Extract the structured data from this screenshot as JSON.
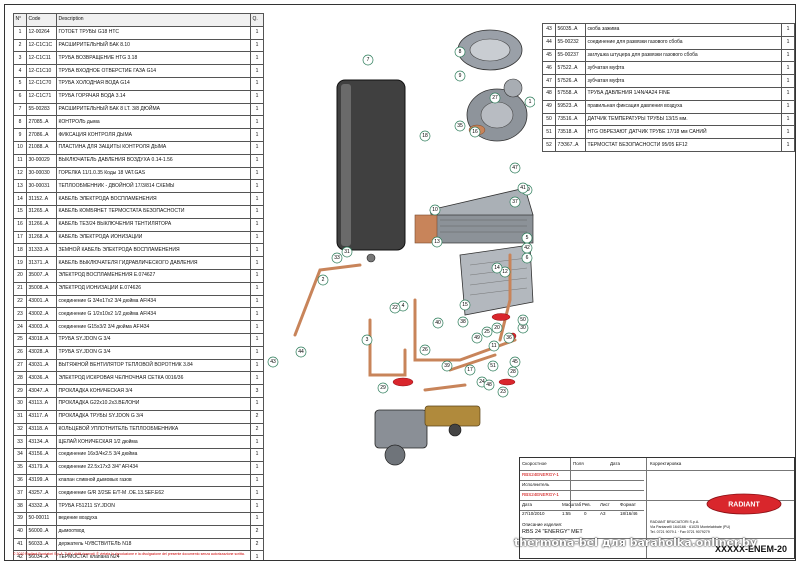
{
  "parts_header": {
    "num": "N°",
    "code": "Code",
    "description": "Description",
    "qty": "Q."
  },
  "parts_left": [
    {
      "num": "1",
      "code": "12-00264",
      "desc": "ГОТОЕТ ТРУБЫ G18 HTC",
      "qty": "1"
    },
    {
      "num": "2",
      "code": "12-C1C1C",
      "desc": "РАСШИРИТЕЛЬНЫЙ БАК 8.10",
      "qty": "1"
    },
    {
      "num": "3",
      "code": "12-C1C11",
      "desc": "ТРУБА ВОЗВРАЩЕНИЕ HTG 3.18",
      "qty": "1"
    },
    {
      "num": "4",
      "code": "12-C1C10",
      "desc": "ТРУБА ВХОДНОЕ ОТВЕРСТИЕ ГАЗА G14",
      "qty": "1"
    },
    {
      "num": "5",
      "code": "12-C1C70",
      "desc": "ТРУБА ХОЛОДНАЯ ВОДА G14",
      "qty": "1"
    },
    {
      "num": "6",
      "code": "12-C1C71",
      "desc": "ТРУБА ГОРЯЧАЯ ВОДА 3.14",
      "qty": "1"
    },
    {
      "num": "7",
      "code": "55-00283",
      "desc": "РАСШИРИТЕЛЬНЫЙ БАК 8 LT. 3/8 ДЮЙМА",
      "qty": "1"
    },
    {
      "num": "8",
      "code": "27085..A",
      "desc": "КОНТРОЛЬ дыма",
      "qty": "1"
    },
    {
      "num": "9",
      "code": "27086..A",
      "desc": "ФИКСАЦИЯ КОНТРОЛЯ ДЫМА",
      "qty": "1"
    },
    {
      "num": "10",
      "code": "21088..A",
      "desc": "ПЛАСТИНА ДЛЯ ЗАЩИТЫ КОНТРОЛЯ ДЫМА",
      "qty": "1"
    },
    {
      "num": "11",
      "code": "30-00029",
      "desc": "ВЫКЛЮЧАТЕЛЬ ДАВЛЕНИЯ ВОЗДУХА 0.14-1.56",
      "qty": "1"
    },
    {
      "num": "12",
      "code": "30-00030",
      "desc": "ГОРЕЛКА 11/1.0.35 Коды 18 VAT.GAS",
      "qty": "1"
    },
    {
      "num": "13",
      "code": "30-00031",
      "desc": "ТЕПЛООБМЕННИК - ДВОЙНОЙ 17/3/814 СХЕМЫ",
      "qty": "1"
    },
    {
      "num": "14",
      "code": "31152..A",
      "desc": "КАБЕЛЬ ЭЛЕКТРОДА ВОСПЛАМЕНЕНИЯ",
      "qty": "1"
    },
    {
      "num": "15",
      "code": "31265..A",
      "desc": "КАБЕЛЬ КОМБЯНЕТ ТЕРМОСТАТА БЕЗОПАСНОСТИ",
      "qty": "1"
    },
    {
      "num": "16",
      "code": "31266..A",
      "desc": "КАБЕЛЬ ТЕЗ/24 ВЫКЛЮЧЕНИЯ ТЕНТИЛЯТОРА",
      "qty": "1"
    },
    {
      "num": "17",
      "code": "31268..A",
      "desc": "КАБЕЛЬ ЭЛЕКТРОДА ИОНИЗАЦИИ",
      "qty": "1"
    },
    {
      "num": "18",
      "code": "31333..A",
      "desc": "ЗЕМНОЙ КАБЕЛЬ ЭЛЕКТРОДА ВОСПЛАМЕНЕНИЯ",
      "qty": "1"
    },
    {
      "num": "19",
      "code": "31371..A",
      "desc": "КАБЕЛЬ ВЫКЛЮЧАТЕЛЯ ГИДРАВЛИЧЕСКОГО ДАВЛЕНИЯ",
      "qty": "1"
    },
    {
      "num": "20",
      "code": "35007..A",
      "desc": "ЭЛЕКТРОД ВОСПЛАМЕНЕНИЯ E.074627",
      "qty": "1"
    },
    {
      "num": "21",
      "code": "35008..A",
      "desc": "ЭЛЕКТРОД ИОНИЗАЦИИ E.074626",
      "qty": "1"
    },
    {
      "num": "22",
      "code": "43001..A",
      "desc": "соединение G 3/4x17x2 3/4 дюйма AFI434",
      "qty": "1"
    },
    {
      "num": "23",
      "code": "43002..A",
      "desc": "соединение G 1/2x10x2 1/2 дюйма AFI434",
      "qty": "1"
    },
    {
      "num": "24",
      "code": "43003..A",
      "desc": "соединение G15x3/2 3/4 дюйма AFI434",
      "qty": "1"
    },
    {
      "num": "25",
      "code": "43018..A",
      "desc": "ТРУБА SY.JDON G 3/4",
      "qty": "1"
    },
    {
      "num": "26",
      "code": "43028..A",
      "desc": "ТРУБА SY.JDON G 3/4",
      "qty": "1"
    },
    {
      "num": "27",
      "code": "43031..A",
      "desc": "ВЫТЯЖНОЙ ВЕНТИЛЯТОР ТЕПЛОВОЙ ВОРОТНИК 3.84",
      "qty": "1"
    },
    {
      "num": "28",
      "code": "43036..A",
      "desc": "ЭЛЕКТРОД ИСКРОВАЯ ЧЕЛНОЧНАЯ СЕТКА 0016/36",
      "qty": "1"
    },
    {
      "num": "29",
      "code": "43047..A",
      "desc": "ПРОКЛАДКА КОНИЧЕСКАЯ 3/4",
      "qty": "3"
    },
    {
      "num": "30",
      "code": "43113..A",
      "desc": "ПРОКЛАДКА G22x10.2x3.ВЕЛОНИ",
      "qty": "1"
    },
    {
      "num": "31",
      "code": "43117..A",
      "desc": "ПРОКЛАДКА ТРУБЫ SY.JDON G 3/4",
      "qty": "2"
    },
    {
      "num": "32",
      "code": "43118..A",
      "desc": "КОЛЬЦЕВОЙ УПЛОТНИТЕЛЬ ТЕПЛООБМЕННИКА",
      "qty": "2"
    },
    {
      "num": "33",
      "code": "43134..A",
      "desc": "ЩЕЛАЙ КОНИЧЕСКАЯ 1/2 дюйма",
      "qty": "1"
    },
    {
      "num": "34",
      "code": "43156..A",
      "desc": "соединение 16x3/4x2.5 3/4 дюйма",
      "qty": "1"
    },
    {
      "num": "35",
      "code": "43179..A",
      "desc": "соединение 22.5x17x3 3/4\" AFI434",
      "qty": "1"
    },
    {
      "num": "36",
      "code": "43199..A",
      "desc": "клапан сливной дымовых газов",
      "qty": "1"
    },
    {
      "num": "37",
      "code": "43257..A",
      "desc": "соединение G/R 3/2SE E/T-M .OE.13.SEF.E62",
      "qty": "1"
    },
    {
      "num": "38",
      "code": "43332..A",
      "desc": "ТРУБА F51211 SY.JDON",
      "qty": "1"
    },
    {
      "num": "39",
      "code": "50-00011",
      "desc": "ведение воздуха",
      "qty": "1"
    },
    {
      "num": "40",
      "code": "56000..A",
      "desc": "дымоотвод",
      "qty": "2"
    },
    {
      "num": "41",
      "code": "56033..A",
      "desc": "держатель ЧУВСТВИТЕЛЬ N18",
      "qty": "2"
    },
    {
      "num": "42",
      "code": "56034..A",
      "desc": "ТЕРМОСТАТ клапана N24",
      "qty": "1"
    }
  ],
  "parts_right": [
    {
      "num": "43",
      "code": "56035..A",
      "desc": "скоба зажима",
      "qty": "1"
    },
    {
      "num": "44",
      "code": "55-00232",
      "desc": "соединение для развязки газового сбоба",
      "qty": "1"
    },
    {
      "num": "45",
      "code": "55-00237",
      "desc": "заглушка штуцера для развязки газового сбоба",
      "qty": "1"
    },
    {
      "num": "46",
      "code": "57522..A",
      "desc": "зубчатая муфта",
      "qty": "1"
    },
    {
      "num": "47",
      "code": "57526..A",
      "desc": "зубчатая муфта",
      "qty": "1"
    },
    {
      "num": "48",
      "code": "57558..A",
      "desc": "ТРУБА ДАВЛЕНИЯ 1/4N/4A24 FINE",
      "qty": "1"
    },
    {
      "num": "49",
      "code": "59523..A",
      "desc": "правильная фиксация давления воздуха",
      "qty": "1"
    },
    {
      "num": "50",
      "code": "73516..A",
      "desc": "ДАТЧИК ТЕМПЕРАТУРЫ ТРУБЫ 13/15 мм.",
      "qty": "1"
    },
    {
      "num": "51",
      "code": "73518..A",
      "desc": "HTG ОБРЕЗАЮТ ДАТЧИК ТРУБЕ 17/18 мм САНИЙ",
      "qty": "1"
    },
    {
      "num": "52",
      "code": "7ЭЗ67..A",
      "desc": "ТЕРМОСТАТ БЕЗОПАСНОСТИ 95/05 EF12",
      "qty": "1"
    }
  ],
  "footer_note": "© 2010 Radiant Bruciatori S.p.A. Tutti i diritti riservati. È vietata la riproduzione e la divulgazione del presente documento senza autorizzazione scritta.",
  "title_block": {
    "col1": "Скоростное",
    "col2": "Поля",
    "col3": "Дата",
    "col4": "Корректировка",
    "r1": "RBS24ENERGY-1",
    "made_by_label": "Исполнитель",
    "r2": "RBS24ENERGY-1",
    "date_label": "Дата",
    "scale_label": "Масштаб",
    "rev_label": "Рев.",
    "sheet_label": "Лист",
    "format_label": "Формат",
    "date_value": "27/10/2010",
    "scale_value": "1:55",
    "rev_value": "0",
    "sheet_value": "A3",
    "format_value": "18/16/46",
    "description_label": "Описание изделия:",
    "product": "RBS 24 \"ENERGY\" MET",
    "drawing_no": "XXXXX-ENEM-20",
    "company": "RADIANT BRUCIATORI S.p.A.",
    "company_line2": "Via Pantanelli 164/166 · 61025 Montelabbate (PU)",
    "company_line3": "Tel. 0721 9079.1 · Fax 0721 9079279"
  },
  "logo_text": "RADIANT",
  "watermark": "thermona-bel для baraholka.onliner.by",
  "callouts": [
    "1",
    "2",
    "3",
    "4",
    "5",
    "6",
    "7",
    "8",
    "9",
    "10",
    "11",
    "12",
    "13",
    "14",
    "15",
    "16",
    "17",
    "18",
    "19",
    "20",
    "21",
    "22",
    "23",
    "24",
    "25",
    "26",
    "27",
    "28",
    "29",
    "30",
    "31",
    "32",
    "33",
    "34",
    "35",
    "36",
    "37",
    "38",
    "39",
    "40",
    "41",
    "42",
    "43",
    "44",
    "45",
    "46",
    "47",
    "48",
    "49",
    "50",
    "51",
    "52"
  ],
  "colors": {
    "copper": "#c8845a",
    "red_gasket": "#d9262c",
    "steel": "#9aa0a8",
    "dark": "#3a3a3a",
    "callout_green": "#2e7d5b"
  }
}
